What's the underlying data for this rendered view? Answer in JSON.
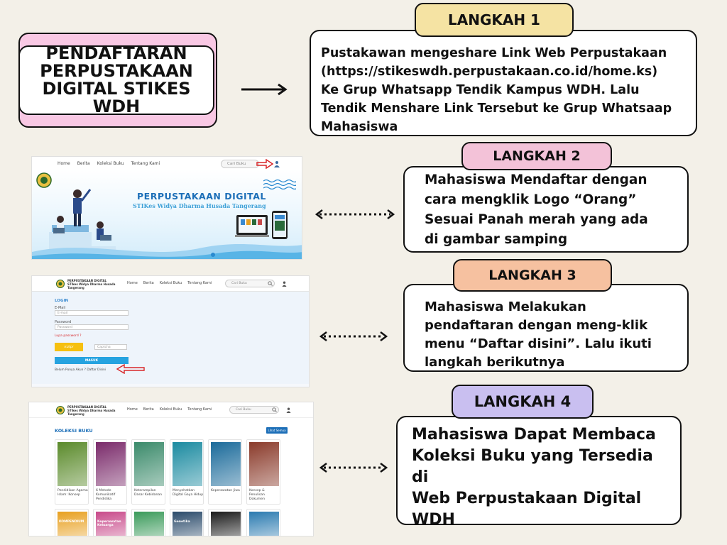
{
  "title": "PENDAFTARAN\nPERPUSTAKAAN\nDIGITAL STIKES WDH",
  "steps": [
    {
      "label": "LANGKAH 1",
      "text": "Pustakawan mengeshare Link Web Perpustakaan\n(https://stikeswdh.perpustakaan.co.id/home.ks)\nKe Grup Whatsapp Tendik Kampus WDH. Lalu\nTendik Menshare Link Tersebut ke Grup Whatsaap\nMahasiswa"
    },
    {
      "label": "LANGKAH 2",
      "text": "Mahasiswa Mendaftar dengan\ncara mengklik Logo “Orang”\nSesuai Panah merah yang ada\ndi gambar samping"
    },
    {
      "label": "LANGKAH 3",
      "text": "Mahasiswa Melakukan\npendaftaran dengan meng-klik\nmenu “Daftar disini”. Lalu ikuti\nlangkah berikutnya"
    },
    {
      "label": "LANGKAH 4",
      "text": "Mahasiswa Dapat Membaca\nKoleksi Buku yang Tersedia di\nWeb Perpustakaan Digital\nWDH"
    }
  ],
  "site": {
    "nav": [
      "Home",
      "Berita",
      "Koleksi Buku",
      "Tentang Kami"
    ],
    "search_placeholder": "Cari Buku",
    "brand_line1": "PERPUSTAKAAN DIGITAL",
    "brand_line2": "STIkes Widya Dharma Husada",
    "brand_line3": "Tangerang",
    "banner_title": "PERPUSTAKAAN DIGITAL",
    "banner_subtitle": "STIKes Widya Dharma Husada Tangerang",
    "login": {
      "heading": "LOGIN",
      "email_label": "E-Mail",
      "email_placeholder": "E-mail",
      "password_label": "Password",
      "password_placeholder": "Password",
      "forgot": "Lupa password ?",
      "captcha_code": "mztpr",
      "captcha_placeholder": "Captcha",
      "submit": "MASUK",
      "register": "Belum Punya Akun ? Daftar Disini"
    },
    "collection": {
      "heading": "KOLEKSI BUKU",
      "view_all": "Lihat Semua",
      "books": [
        {
          "title": "Pendidikan Agama Islam: Konsep",
          "color": "#5a8a2a"
        },
        {
          "title": "6 Metode Komunikatif Pendidika",
          "color": "#7a2a6a"
        },
        {
          "title": "Keterampilan Dasar Kebidanan",
          "color": "#3a8a6a"
        },
        {
          "title": "Menyehatkan Digital Gaya Hidup",
          "color": "#1a8aa0"
        },
        {
          "title": "Keperawatan Jiwa",
          "color": "#1a6a9a"
        },
        {
          "title": "Konsep & Penulisan Dokumen",
          "color": "#8a3a2a"
        }
      ],
      "row2_colors": [
        "#e8a020",
        "#c84a8a",
        "#3a9a5a",
        "#2a4a6a",
        "#1a1a1a",
        "#2a7ab0"
      ],
      "row2_texts": [
        "KOMPENDIUM",
        "Keperawatan Keluarga",
        "",
        "Genetika",
        "",
        ""
      ]
    }
  },
  "colors": {
    "title_back": "#f9c8e4",
    "step1": "#f5e3a3",
    "step2": "#f3c2d8",
    "step3": "#f6c1a0",
    "step4": "#c9bff0",
    "red_arrow": "#d8272a",
    "button_blue": "#26a3e0",
    "captcha_yellow": "#f6c010"
  }
}
